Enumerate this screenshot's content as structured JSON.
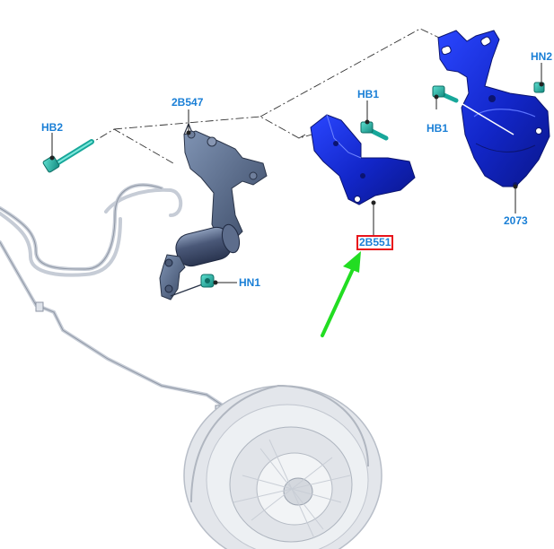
{
  "colors": {
    "callout_text": "#1a7fd6",
    "highlight_box": "#e8141b",
    "pointer_arrow": "#22dd22",
    "part_blue": "#1530d8",
    "part_teal": "#1fb5a8",
    "part_gray": "#9aa7b8"
  },
  "callouts": {
    "hb2": "HB2",
    "c2b547": "2B547",
    "hb1_top": "HB1",
    "hb1_right": "HB1",
    "hn2": "HN2",
    "hn1": "HN1",
    "c2b551": "2B551",
    "c2073": "2073"
  },
  "highlighted_callout": "2B551"
}
